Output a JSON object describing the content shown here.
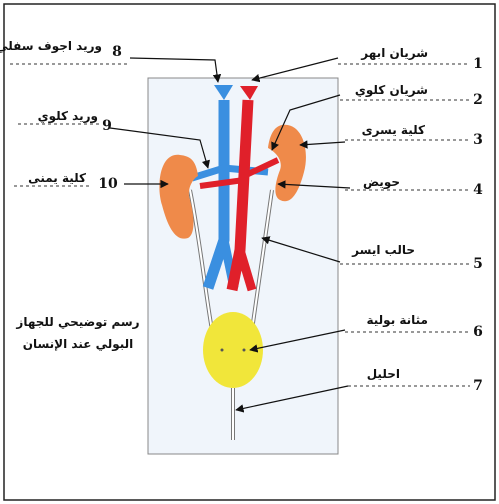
{
  "labels": {
    "l1": {
      "number": "1",
      "text": "شريان ابهر"
    },
    "l2": {
      "number": "2",
      "text": "شريان كلوي"
    },
    "l3": {
      "number": "3",
      "text": "كلية يسرى"
    },
    "l4": {
      "number": "4",
      "text": "حويض"
    },
    "l5": {
      "number": "5",
      "text": "حالب ايسر"
    },
    "l6": {
      "number": "6",
      "text": "مثانة بولية"
    },
    "l7": {
      "number": "7",
      "text": "احليل"
    },
    "l8": {
      "number": "8",
      "text": "وريد اجوف سفلي"
    },
    "l9": {
      "number": "9",
      "text": "وريد كلوي"
    },
    "l10": {
      "number": "10",
      "text": "كلية يمنى"
    }
  },
  "caption": {
    "line1": "رسم توضيحي للجهاز",
    "line2": "البولي عند الإنسان"
  },
  "colors": {
    "artery": "#e0202a",
    "vein": "#3a8fe0",
    "kidney": "#ef8a4a",
    "bladder": "#f1e63a",
    "panel": "#f0f5fb"
  }
}
